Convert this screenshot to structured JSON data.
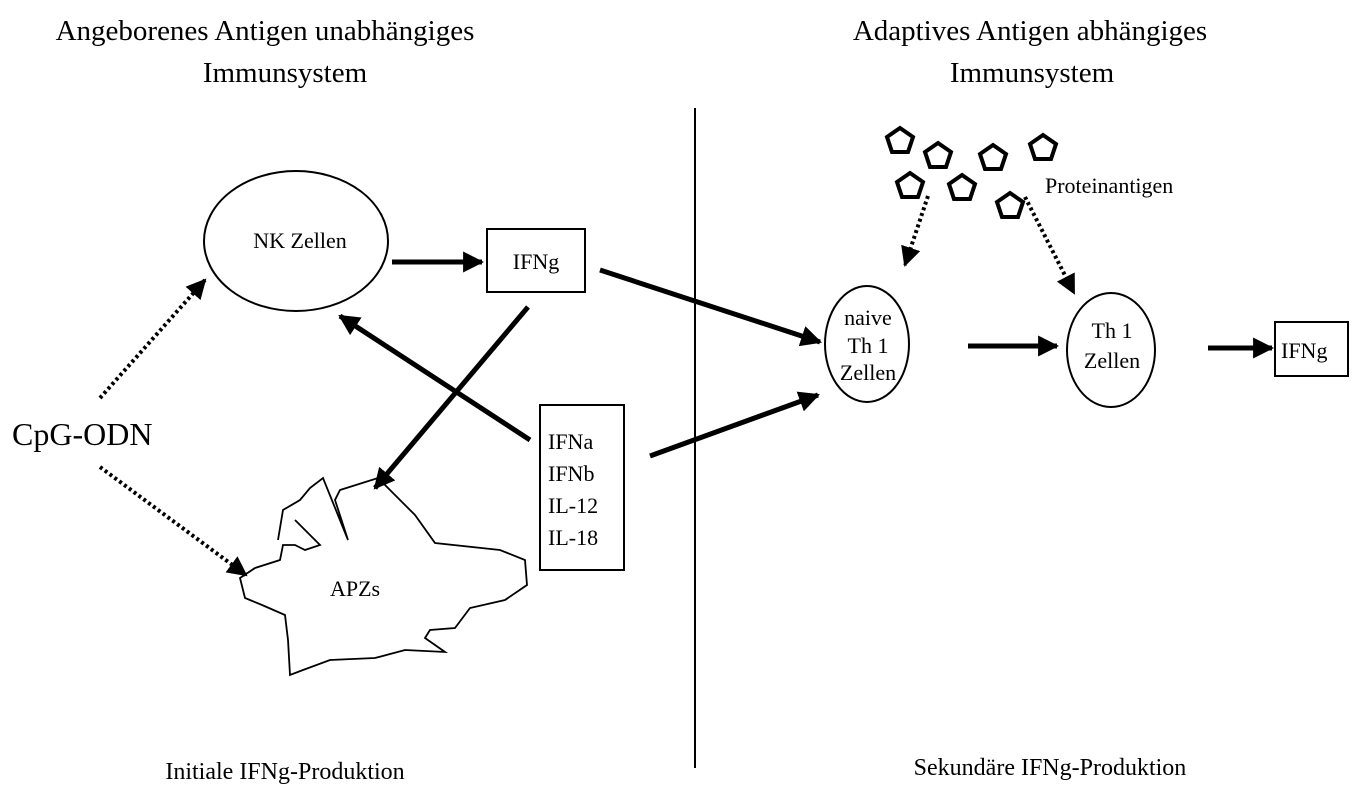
{
  "headings": {
    "left_line1": "Angeborenes Antigen unabhängiges",
    "left_line2": "Immunsystem",
    "right_line1": "Adaptives Antigen abhängiges",
    "right_line2": "Immunsystem"
  },
  "nodes": {
    "nk_cells": "NK Zellen",
    "ifng_top": "IFNg",
    "cpg_odn": "CpG-ODN",
    "cytokines": [
      "IFNa",
      "IFNb",
      "IL-12",
      "IL-18"
    ],
    "apcs": "APZs",
    "naive_th1": [
      "naive",
      "Th 1",
      "Zellen"
    ],
    "th1_cells": [
      "Th 1",
      "Zellen"
    ],
    "ifng_right": "IFNg",
    "protein_antigen": "Proteinantigen"
  },
  "footers": {
    "left": "Initiale IFNg-Produktion",
    "right": "Sekundäre IFNg-Produktion"
  },
  "colors": {
    "ink": "#000000",
    "background": "#ffffff"
  }
}
